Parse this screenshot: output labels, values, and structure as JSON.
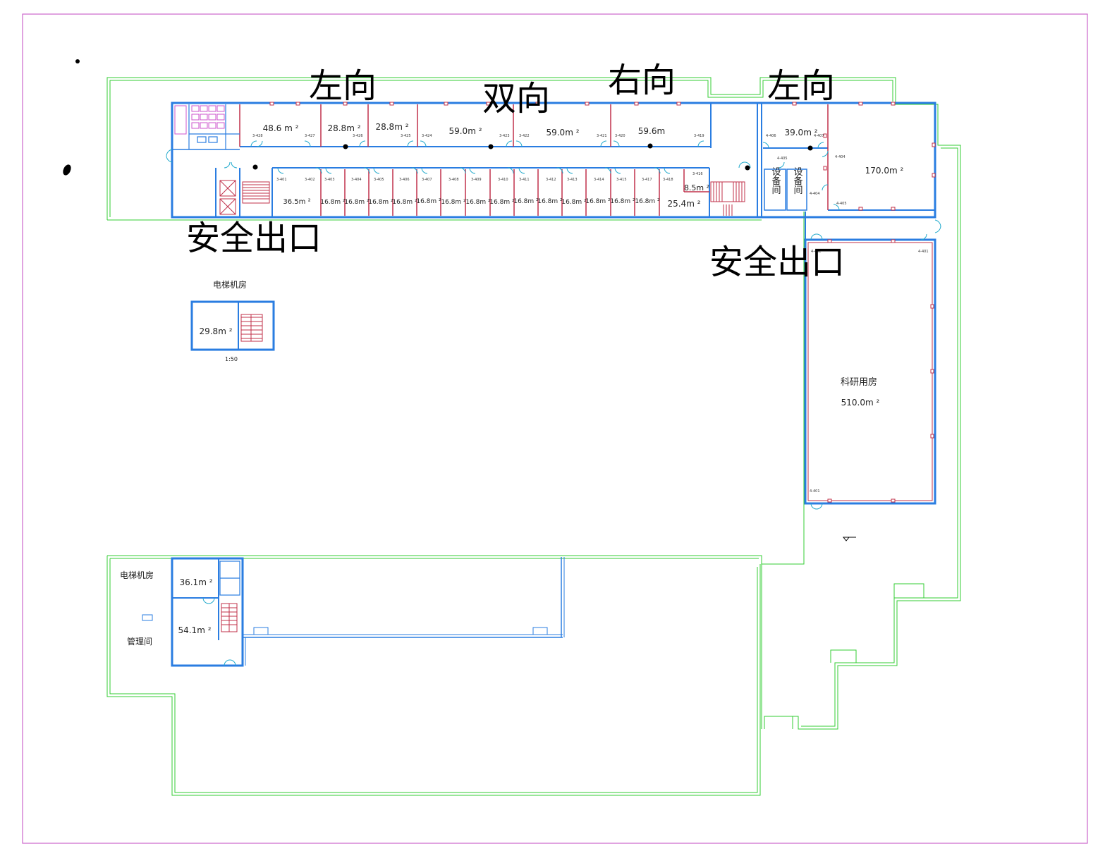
{
  "annotations": {
    "dir_left_1": "左向",
    "dir_both": "双向",
    "dir_right": "右向",
    "dir_left_2": "左向",
    "exit_1": "安全出口",
    "exit_2": "安全出口"
  },
  "top_rooms": {
    "r1": "48.6 m ²",
    "r2": "28.8m ²",
    "r3": "28.8m ²",
    "r4": "59.0m ²",
    "r5": "59.0m ²",
    "r6": "59.6m",
    "r7": "39.0m ²",
    "r8": "170.0m ²"
  },
  "bottom_rooms": {
    "first": "36.5m ²",
    "small": [
      "16.8m ²",
      "16.8m ²",
      "16.8m ²",
      "16.8m ²",
      "16.8m ²",
      "16.8m ²",
      "16.8m ²",
      "16.8m ²",
      "16.8m ²",
      "16.8m ²",
      "16.8m ²",
      "16.8m ²",
      "16.8m ²",
      "16.8m ²"
    ],
    "r_85": "8.5m ²",
    "r_254": "25.4m ²"
  },
  "equipment": {
    "a": "设备间",
    "b": "设备间"
  },
  "research": {
    "name": "科研用房",
    "area": "510.0m ²"
  },
  "elevator_room_1": {
    "title": "电梯机房",
    "area": "29.8m ²",
    "scale": "1:50"
  },
  "bottom_left": {
    "elevator_title": "电梯机房",
    "area_1": "36.1m ²",
    "area_2": "54.1m ²",
    "mgmt": "管理间"
  },
  "colors": {
    "green": "#33cc33",
    "blue": "#2a7de1",
    "red": "#c0304a",
    "magenta": "#cc55cc"
  }
}
